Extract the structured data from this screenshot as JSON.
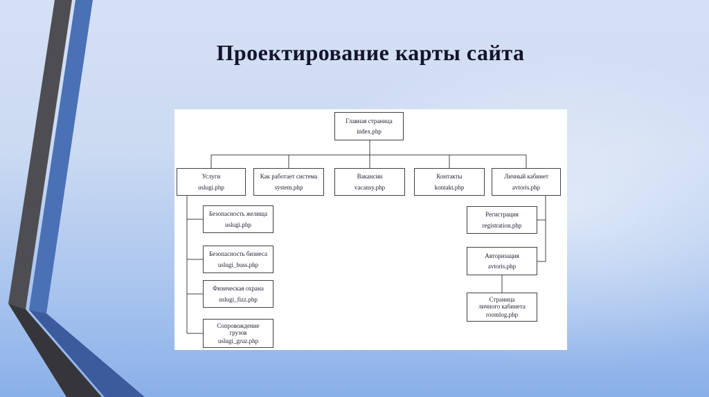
{
  "slide": {
    "title": "Проектирование карты сайта"
  },
  "colors": {
    "background_top": "#d5e0f4",
    "background_bottom": "#8ab0e9",
    "ribbon_gray": "#4e4e52",
    "ribbon_gray_dark": "#36363a",
    "ribbon_blue": "#4a70b5",
    "ribbon_blue_dark": "#3c5b9c",
    "panel": "#ffffff",
    "node_border": "#3f3f3f",
    "text": "#1d1d30"
  },
  "sitemap": {
    "root": {
      "label": "Главная страница",
      "file": "index.php"
    },
    "level2": [
      {
        "label": "Услуги",
        "file": "uslugi.php"
      },
      {
        "label": "Как работает система",
        "file": "system.php"
      },
      {
        "label": "Вакансии",
        "file": "vacansy.php"
      },
      {
        "label": "Контакты",
        "file": "kontakt.php"
      },
      {
        "label": "Личный кабинет",
        "file": "avtoris.php"
      }
    ],
    "services_children": [
      {
        "label": "Безопасность желища",
        "file": "uslugi.php"
      },
      {
        "label": "Безопасность бизнеса",
        "file": "uslugi_buss.php"
      },
      {
        "label": "Физическая охрана",
        "file": "uslugi_fizz.php"
      },
      {
        "label": "Сопровождение\nгрузов",
        "file": "uslugi_gruz.php"
      }
    ],
    "account_children": [
      {
        "label": "Регистрация",
        "file": "registration.php"
      },
      {
        "label": "Авторизация",
        "file": "avtoris.php"
      },
      {
        "label": "Страница\nличного кабинета",
        "file": "roomlog.php"
      }
    ]
  }
}
